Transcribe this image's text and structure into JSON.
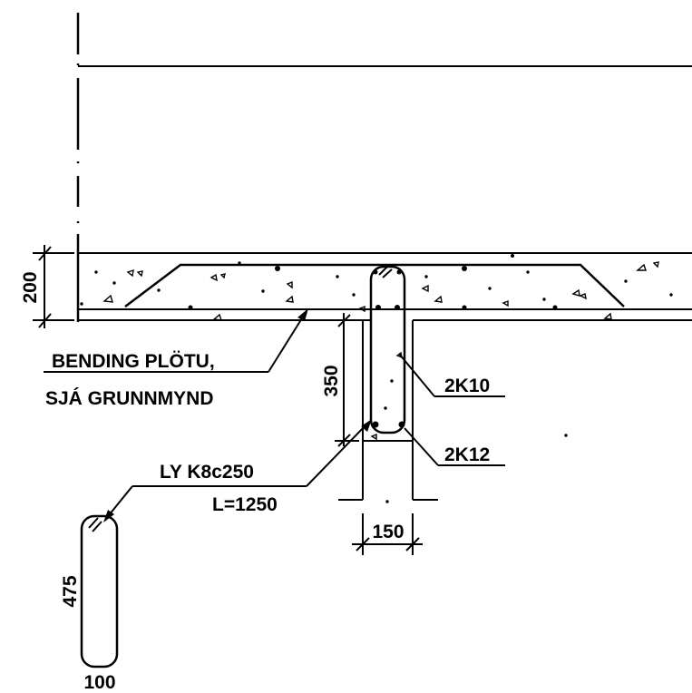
{
  "labels": {
    "slab_thickness": "200",
    "beam_depth": "350",
    "bending_line1": "BENDING PLÖTU,",
    "bending_line2": "SJÁ GRUNNMYND",
    "top_bars": "2K10",
    "bottom_bars": "2K12",
    "stirrup_spec": "LY K8c250",
    "stirrup_length": "L=1250",
    "beam_width": "150",
    "stirrup_height": "475",
    "stirrup_width": "100"
  },
  "colors": {
    "ink": "#000000",
    "paper": "#ffffff"
  }
}
